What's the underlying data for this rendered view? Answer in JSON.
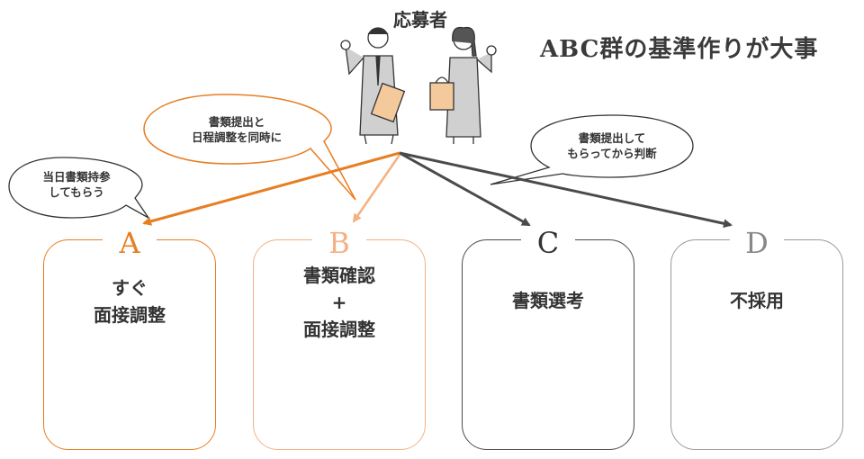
{
  "title": "ABC群の基準作りが大事",
  "applicant_label": "応募者",
  "colors": {
    "orange_dark": "#e67e22",
    "orange_light": "#f4b183",
    "gray_dark": "#4a4a4a",
    "gray_light": "#9a9a9a"
  },
  "bubbles": {
    "a": {
      "line1": "当日書類持参",
      "line2": "してもらう"
    },
    "b": {
      "line1": "書類提出と",
      "line2": "日程調整を同時に"
    },
    "c": {
      "line1": "書類提出して",
      "line2": "もらってから判断"
    }
  },
  "boxes": [
    {
      "letter": "A",
      "line1": "すぐ",
      "line2": "面接調整",
      "line3": "",
      "icon": "idea-man-icon"
    },
    {
      "letter": "B",
      "line1": "書類確認",
      "line2": "+",
      "line3": "面接調整",
      "icon": "thumbs-up-man-icon"
    },
    {
      "letter": "C",
      "line1": "書類選考",
      "line2": "",
      "line3": "",
      "icon": "explaining-man-icon"
    },
    {
      "letter": "D",
      "line1": "不採用",
      "line2": "",
      "line3": "",
      "icon": "confused-man-icon"
    }
  ]
}
